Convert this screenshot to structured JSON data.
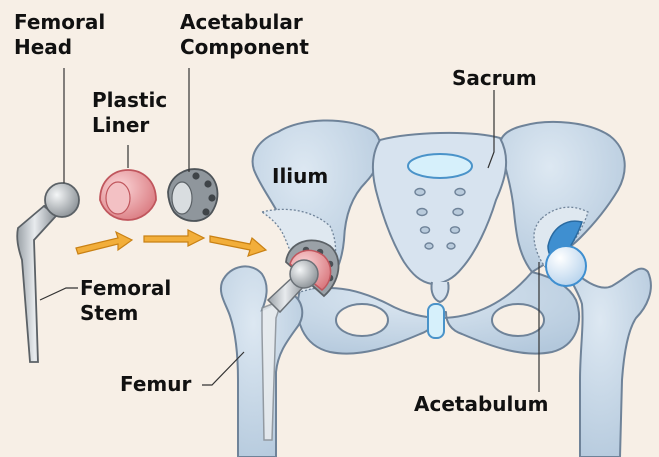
{
  "colors": {
    "background": "#f7efe6",
    "bone_fill": "#c9d9e8",
    "bone_outline": "#6f8399",
    "implant_metal": "#bfc4c8",
    "liner_pink": "#eaa2a6",
    "cartilage_blue": "#3f8fd0",
    "arrow_orange": "#f2ae3a"
  },
  "labels": {
    "femoral_head": [
      "Femoral",
      "Head"
    ],
    "acetabular_component": [
      "Acetabular",
      "Component"
    ],
    "plastic_liner": [
      "Plastic",
      "Liner"
    ],
    "femoral_stem": [
      "Femoral",
      "Stem"
    ],
    "sacrum": "Sacrum",
    "ilium": "Ilium",
    "femur": "Femur",
    "acetabulum": "Acetabulum"
  },
  "icons": [
    "femoral-stem-implant-icon",
    "plastic-liner-icon",
    "acetabular-cup-icon",
    "assembly-arrow-icon",
    "pelvis-icon",
    "femur-icon"
  ]
}
